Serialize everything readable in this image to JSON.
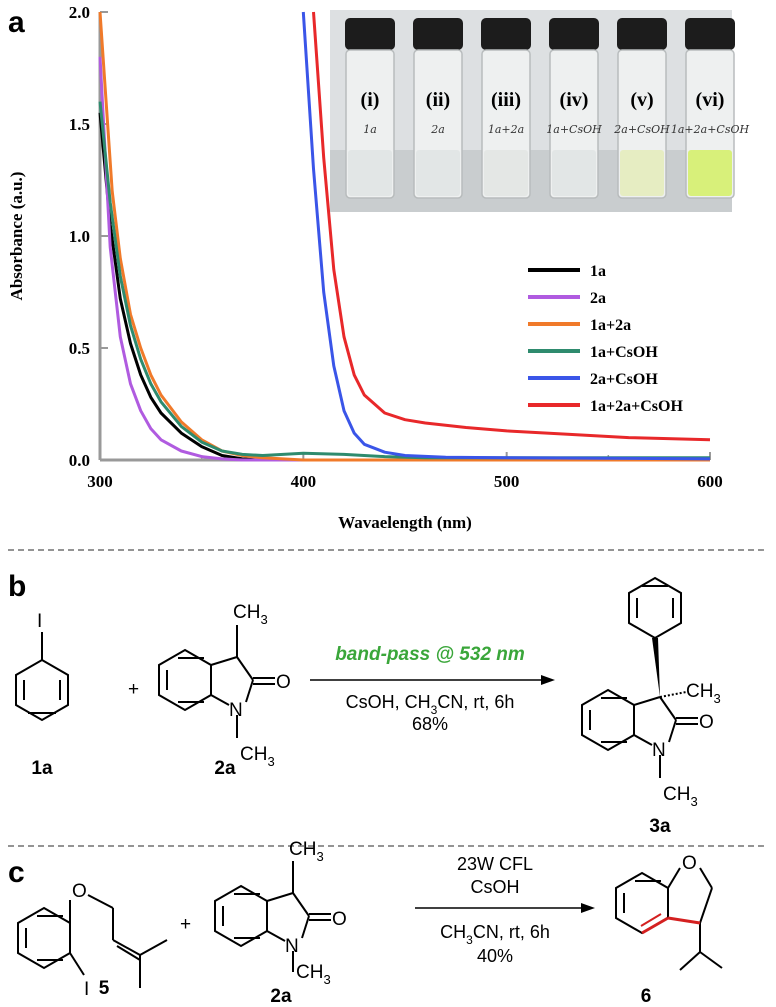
{
  "panels": {
    "a": "a",
    "b": "b",
    "c": "c"
  },
  "chart_data": {
    "type": "line",
    "xlabel": "Wavaelength (nm)",
    "ylabel": "Absorbance (a.u.)",
    "xlim": [
      300,
      600
    ],
    "ylim": [
      0,
      2.0
    ],
    "xticks": [
      "300",
      "400",
      "500",
      "600"
    ],
    "yticks": [
      "0.0",
      "0.5",
      "1.0",
      "1.5",
      "2.0"
    ],
    "grid": false,
    "legend_position": "right",
    "series": [
      {
        "name": "1a",
        "color": "#000000",
        "x": [
          300,
          305,
          310,
          315,
          320,
          325,
          330,
          340,
          350,
          360,
          370,
          380,
          400,
          600
        ],
        "y": [
          1.55,
          1.05,
          0.72,
          0.52,
          0.38,
          0.28,
          0.21,
          0.12,
          0.06,
          0.02,
          0.005,
          0.0,
          0.0,
          0.0
        ]
      },
      {
        "name": "2a",
        "color": "#b05be0",
        "x": [
          300,
          305,
          310,
          315,
          320,
          325,
          330,
          340,
          350,
          360,
          370,
          400,
          600
        ],
        "y": [
          1.8,
          0.95,
          0.55,
          0.34,
          0.22,
          0.14,
          0.09,
          0.04,
          0.015,
          0.005,
          0.0,
          0.0,
          0.0
        ]
      },
      {
        "name": "1a+2a",
        "color": "#f07a2a",
        "x": [
          300,
          303,
          306,
          310,
          315,
          320,
          325,
          330,
          340,
          350,
          360,
          370,
          380,
          400,
          600
        ],
        "y": [
          2.0,
          1.6,
          1.2,
          0.9,
          0.65,
          0.5,
          0.38,
          0.29,
          0.17,
          0.09,
          0.04,
          0.02,
          0.01,
          0.0,
          0.0
        ]
      },
      {
        "name": "1a+CsOH",
        "color": "#2e8b6e",
        "x": [
          300,
          305,
          310,
          315,
          320,
          325,
          330,
          340,
          350,
          360,
          370,
          380,
          400,
          420,
          440,
          460,
          600
        ],
        "y": [
          1.6,
          1.15,
          0.82,
          0.6,
          0.45,
          0.34,
          0.26,
          0.15,
          0.08,
          0.04,
          0.025,
          0.02,
          0.03,
          0.025,
          0.015,
          0.01,
          0.01
        ]
      },
      {
        "name": "2a+CsOH",
        "color": "#3a55e8",
        "x": [
          400,
          405,
          410,
          415,
          420,
          425,
          430,
          440,
          450,
          470,
          500,
          550,
          600
        ],
        "y": [
          2.0,
          1.3,
          0.75,
          0.42,
          0.22,
          0.12,
          0.07,
          0.035,
          0.02,
          0.012,
          0.01,
          0.008,
          0.005
        ]
      },
      {
        "name": "1a+2a+CsOH",
        "color": "#e8282a",
        "x": [
          405,
          410,
          415,
          420,
          425,
          430,
          440,
          450,
          460,
          480,
          500,
          530,
          560,
          600
        ],
        "y": [
          2.0,
          1.35,
          0.85,
          0.55,
          0.38,
          0.29,
          0.21,
          0.18,
          0.165,
          0.145,
          0.13,
          0.115,
          0.1,
          0.09
        ]
      }
    ]
  },
  "photo": {
    "vials": [
      {
        "label": "(i)",
        "note": "1a"
      },
      {
        "label": "(ii)",
        "note": "2a"
      },
      {
        "label": "(iii)",
        "note": "1a+2a"
      },
      {
        "label": "(iv)",
        "note": "1a+CsOH"
      },
      {
        "label": "(v)",
        "note": "2a+CsOH"
      },
      {
        "label": "(vi)",
        "note": "1a+2a+CsOH"
      }
    ]
  },
  "scheme_b": {
    "iodo_label": "I",
    "compound_1a": "1a",
    "plus": "+",
    "ch3": "CH",
    "sub3": "3",
    "carbonyl_o": "O",
    "n_label": "N",
    "compound_2a": "2a",
    "arrow_top": "band-pass @ 532 nm",
    "cond_csoh": "CsOH, CH",
    "cond_sub3": "3",
    "cond_rest": "CN, rt, 6h",
    "yield": "68%",
    "compound_3a": "3a"
  },
  "scheme_c": {
    "ether_o": "O",
    "iodo_label": "I",
    "compound_5": "5",
    "plus": "+",
    "ch3": "CH",
    "sub3": "3",
    "carbonyl_o": "O",
    "n_label": "N",
    "compound_2a": "2a",
    "cond_line1": "23W CFL",
    "cond_line2": "CsOH",
    "cond_line3_a": "CH",
    "cond_line3_sub": "3",
    "cond_line3_b": "CN, rt, 6h",
    "yield": "40%",
    "ring_o": "O",
    "compound_6": "6"
  }
}
